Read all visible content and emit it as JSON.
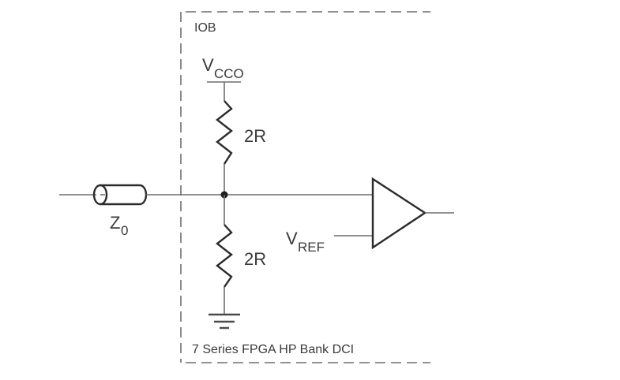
{
  "diagram": {
    "title": "7 Series FPGA HP Bank DCI",
    "region_label": "IOB",
    "supply": {
      "symbol": "V",
      "subscript": "CCO"
    },
    "reference": {
      "symbol": "V",
      "subscript": "REF"
    },
    "transmission_line": {
      "symbol": "Z",
      "subscript": "0"
    },
    "resistor_top": {
      "label": "2R"
    },
    "resistor_bottom": {
      "label": "2R"
    },
    "components": [
      {
        "type": "transmission-line",
        "label": "Z0"
      },
      {
        "type": "resistor",
        "label": "2R",
        "connects": [
          "VCCO",
          "node"
        ]
      },
      {
        "type": "resistor",
        "label": "2R",
        "connects": [
          "node",
          "GND"
        ]
      },
      {
        "type": "ground"
      },
      {
        "type": "comparator",
        "inputs": [
          "node",
          "VREF"
        ]
      }
    ],
    "colors": {
      "wire": "#6e6e6e",
      "symbol": "#2b2b2b",
      "text": "#3a3a3a",
      "background": "#ffffff"
    }
  }
}
